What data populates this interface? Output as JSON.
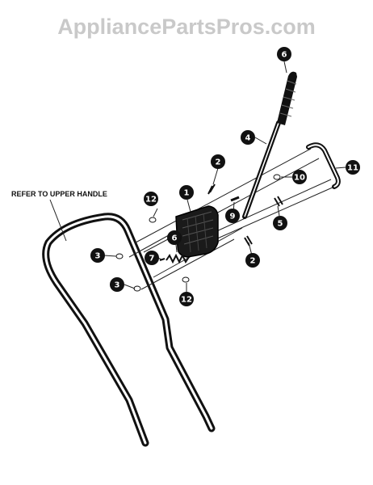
{
  "watermark": "AppliancePartsPros.com",
  "reference_note": "REFER TO UPPER HANDLE",
  "callouts": {
    "c1": "1",
    "c2a": "2",
    "c2b": "2",
    "c3a": "3",
    "c3b": "3",
    "c4": "4",
    "c5": "5",
    "c6a": "6",
    "c6b": "6",
    "c7": "7",
    "c9": "9",
    "c10": "10",
    "c11": "11",
    "c12a": "12",
    "c12b": "12"
  },
  "colors": {
    "ink": "#111111",
    "watermark": "#c9c9c9",
    "background": "#ffffff"
  }
}
